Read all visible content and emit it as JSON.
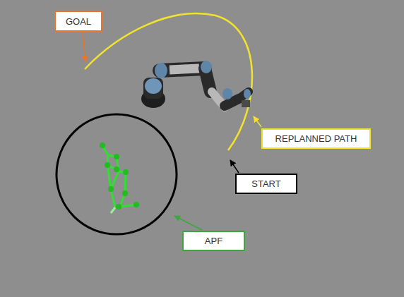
{
  "diagram": {
    "nodes": [
      {
        "text": [
          "GOAL"
        ]
      },
      {
        "text": [
          "REPLANNED PATH"
        ]
      },
      {
        "text": [
          "START"
        ]
      },
      {
        "text": [
          "APF"
        ]
      }
    ]
  }
}
